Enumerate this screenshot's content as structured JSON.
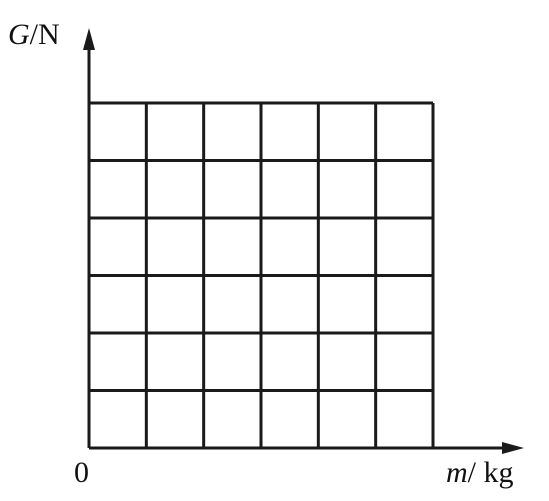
{
  "chart_data": {
    "type": "scatter",
    "title": "",
    "x_axis": {
      "symbol": "m",
      "unit": "kg",
      "label": "m/ kg",
      "origin_label": "0"
    },
    "y_axis": {
      "symbol": "G",
      "unit": "N",
      "label": "G/N"
    },
    "grid": {
      "visible": true,
      "columns": 6,
      "rows": 6
    },
    "series": []
  }
}
